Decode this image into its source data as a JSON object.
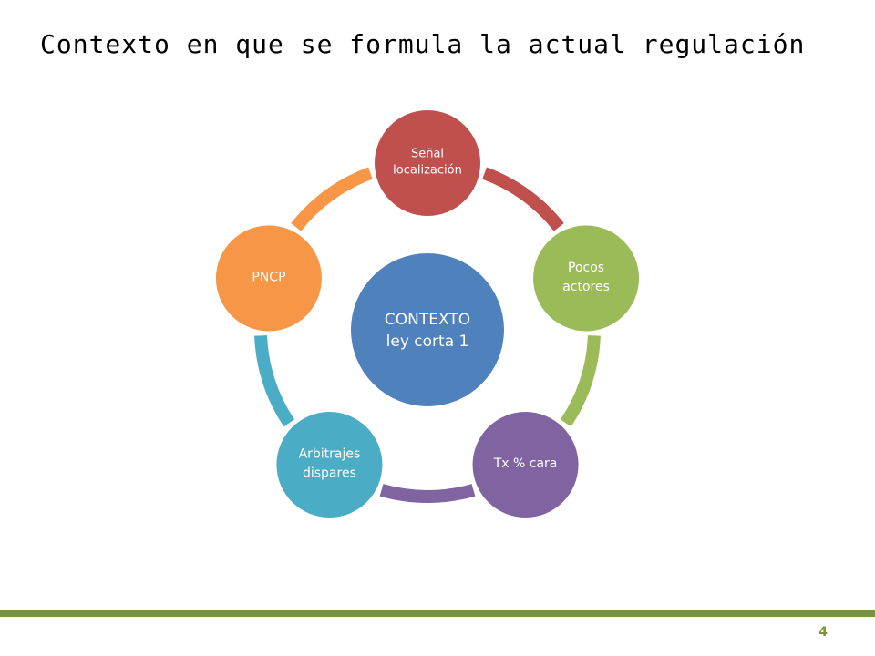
{
  "slide": {
    "title": "Contexto en que se formula la actual regulación",
    "page_number": "4"
  },
  "diagram": {
    "center": {
      "lines": [
        "CONTEXTO",
        "ley corta 1"
      ],
      "color": "#4f81bd"
    },
    "nodes": [
      {
        "id": "senal-localizacion",
        "lines": [
          "Señal",
          "localización"
        ],
        "color": "#c0504d"
      },
      {
        "id": "pocos-actores",
        "lines": [
          "Pocos",
          "actores"
        ],
        "color": "#9bbb59"
      },
      {
        "id": "tx-cara",
        "lines": [
          "Tx % cara"
        ],
        "color": "#8064a2"
      },
      {
        "id": "arbitrajes-dispares",
        "lines": [
          "Arbitrajes",
          "dispares"
        ],
        "color": "#4bacc6"
      },
      {
        "id": "pncp",
        "lines": [
          "PNCP"
        ],
        "color": "#f79646"
      }
    ]
  },
  "colors": {
    "footer_bar": "#77933c",
    "page_number": "#77933c"
  }
}
